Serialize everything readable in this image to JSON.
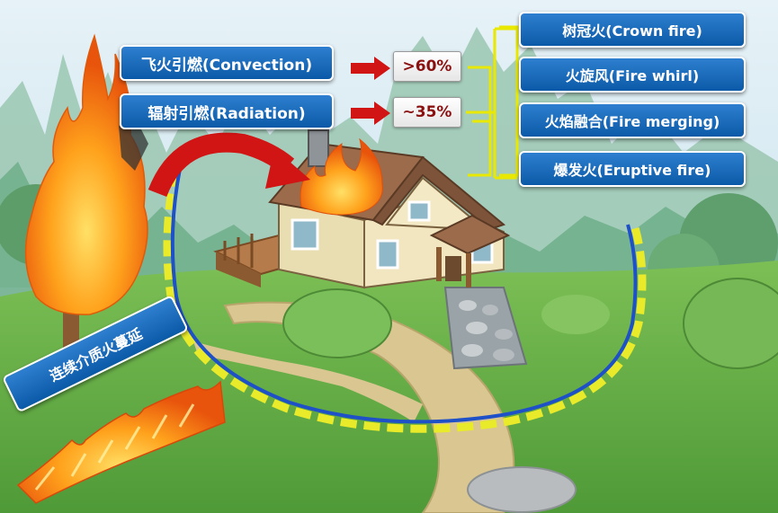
{
  "labels": {
    "convection": "飞火引燃(Convection)",
    "radiation": "辐射引燃(Radiation)",
    "convection_pct": ">60%",
    "radiation_pct": "~35%",
    "crown_fire": "树冠火(Crown fire)",
    "fire_whirl": "火旋风(Fire whirl)",
    "fire_merging": "火焰融合(Fire merging)",
    "eruptive_fire": "爆发火(Eruptive fire)",
    "continuous_spread": "连续介质火蔓延"
  },
  "colors": {
    "label_blue": "#0b5aa8",
    "arrow_red": "#d11414",
    "bracket_yellow": "#e8e800",
    "perimeter_blue": "#1e50c8",
    "perimeter_yellow": "#e8ea2a",
    "grass": "#6fb04a",
    "sky": "#cfe6f0",
    "flame_orange": "#f07a10",
    "flame_yellow": "#ffd23a"
  }
}
